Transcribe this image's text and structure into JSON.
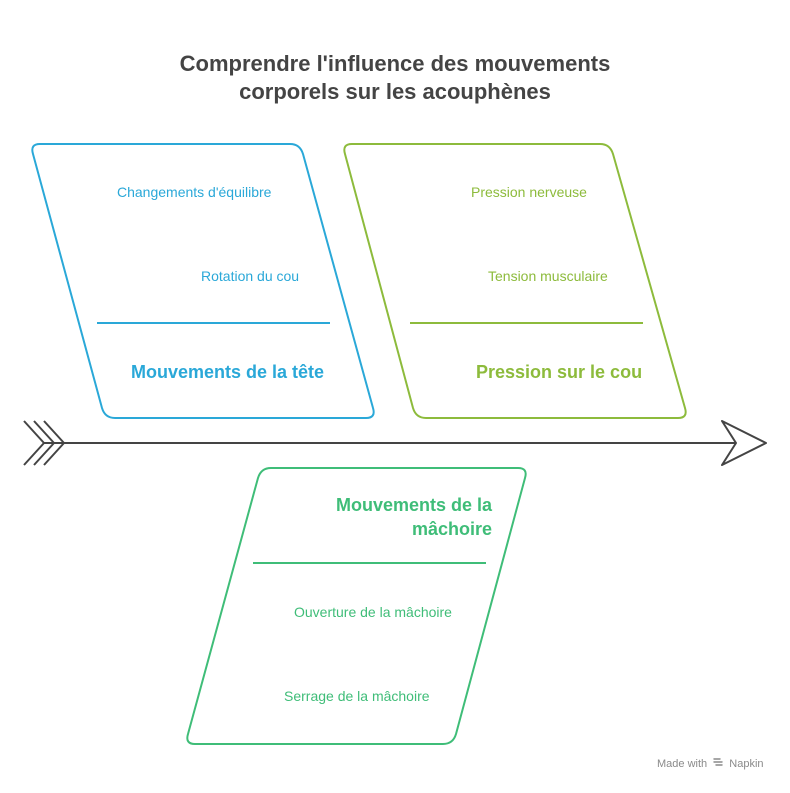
{
  "title": {
    "line1": "Comprendre l'influence des mouvements",
    "line2": "corporels sur les acouphènes"
  },
  "colors": {
    "blue": "#2aa8d8",
    "lime": "#8dbb3c",
    "green": "#3fbd78",
    "spine": "#444444",
    "title": "#444444"
  },
  "categories": [
    {
      "title": "Mouvements de la tête",
      "color": "#2aa8d8",
      "items": [
        "Changements d'équilibre",
        "Rotation du cou"
      ]
    },
    {
      "title": "Pression sur le cou",
      "color": "#8dbb3c",
      "items": [
        "Pression nerveuse",
        "Tension musculaire"
      ]
    },
    {
      "title_line1": "Mouvements de la",
      "title_line2": "mâchoire",
      "color": "#3fbd78",
      "items": [
        "Ouverture de la mâchoire",
        "Serrage de la mâchoire"
      ]
    }
  ],
  "watermark": {
    "made_with": "Made with",
    "brand": "Napkin",
    "icon": "napkin-logo-icon"
  }
}
